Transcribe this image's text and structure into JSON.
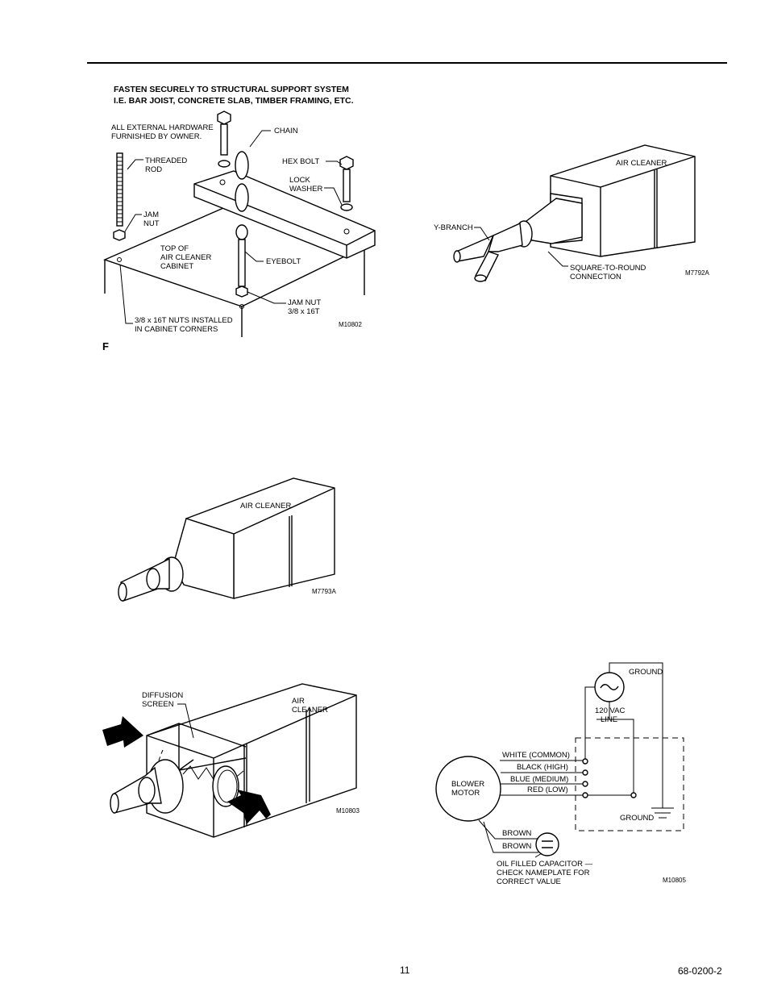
{
  "fig1": {
    "title_line1": "FASTEN SECURELY TO STRUCTURAL SUPPORT SYSTEM",
    "title_line2": "I.E. BAR JOIST, CONCRETE SLAB, TIMBER FRAMING, ETC.",
    "hardware_line1": "ALL EXTERNAL HARDWARE",
    "hardware_line2": "FURNISHED BY OWNER.",
    "chain": "CHAIN",
    "threaded_line1": "THREADED",
    "threaded_line2": "ROD",
    "hex_bolt": "HEX BOLT",
    "lock_line1": "LOCK",
    "lock_line2": "WASHER",
    "jam_line1": "JAM",
    "jam_line2": "NUT",
    "top_line1": "TOP OF",
    "top_line2": "AIR CLEANER",
    "top_line3": "CABINET",
    "eyebolt": "EYEBOLT",
    "jam2_line1": "JAM NUT",
    "jam2_line2": "3/8 x 16T",
    "nuts_line1": "3/8 x 16T NUTS INSTALLED",
    "nuts_line2": "IN CABINET CORNERS",
    "code": "M10802",
    "fig_letter": "F"
  },
  "fig2": {
    "air_cleaner": "AIR CLEANER",
    "y_branch": "Y-BRANCH",
    "sq_line1": "SQUARE-TO-ROUND",
    "sq_line2": "CONNECTION",
    "code": "M7792A"
  },
  "fig3": {
    "air_cleaner": "AIR CLEANER",
    "code": "M7793A"
  },
  "fig4": {
    "diffusion_line1": "DIFFUSION",
    "diffusion_line2": "SCREEN",
    "air_line1": "AIR",
    "air_line2": "CLEANER",
    "code": "M10803"
  },
  "fig5": {
    "ground_top": "GROUND",
    "vac_line1": "120 VAC",
    "vac_line2": "LINE",
    "white": "WHITE (COMMON)",
    "black": "BLACK (HIGH)",
    "blue": "BLUE (MEDIUM)",
    "red": "RED (LOW)",
    "motor_line1": "BLOWER",
    "motor_line2": "MOTOR",
    "ground_bottom": "GROUND",
    "brown1": "BROWN",
    "brown2": "BROWN",
    "cap_line1": "OIL FILLED CAPACITOR —",
    "cap_line2": "CHECK NAMEPLATE FOR",
    "cap_line3": "CORRECT VALUE",
    "code": "M10805"
  },
  "footer": {
    "page_number": "11",
    "doc_number": "68-0200-2"
  }
}
